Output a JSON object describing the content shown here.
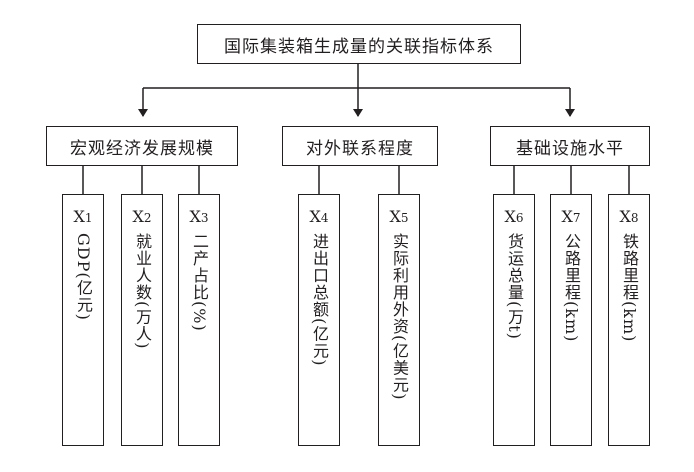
{
  "root": {
    "title": "国际集装箱生成量的关联指标体系"
  },
  "categories": [
    {
      "title": "宏观经济发展规模",
      "indicators": [
        {
          "code": "X",
          "sub": "1",
          "label": "GDP(亿元)"
        },
        {
          "code": "X",
          "sub": "2",
          "label": "就业人数(万人)"
        },
        {
          "code": "X",
          "sub": "3",
          "label": "二产占比(%)"
        }
      ]
    },
    {
      "title": "对外联系程度",
      "indicators": [
        {
          "code": "X",
          "sub": "4",
          "label": "进出口总额(亿元)"
        },
        {
          "code": "X",
          "sub": "5",
          "label": "实际利用外资(亿美元)"
        }
      ]
    },
    {
      "title": "基础设施水平",
      "indicators": [
        {
          "code": "X",
          "sub": "6",
          "label": "货运总量(万t)"
        },
        {
          "code": "X",
          "sub": "7",
          "label": "公路里程(km)"
        },
        {
          "code": "X",
          "sub": "8",
          "label": "铁路里程(km)"
        }
      ]
    }
  ]
}
